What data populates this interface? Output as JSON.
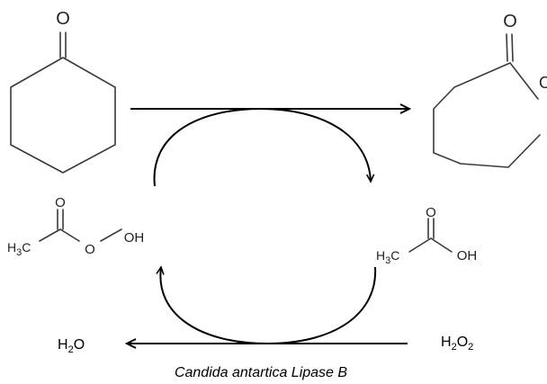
{
  "reactant": {
    "carbonyl_o": "O"
  },
  "product": {
    "carbonyl_o": "O",
    "ring_o": "O"
  },
  "peracid": {
    "o1": "O",
    "o2": "O",
    "oh": "OH",
    "methyl_h": "H",
    "methyl_n": "3",
    "methyl_c": "C"
  },
  "acid": {
    "o1": "O",
    "oh": "OH",
    "methyl_h": "H",
    "methyl_n": "3",
    "methyl_c": "C"
  },
  "water": {
    "h": "H",
    "n": "2",
    "o": "O"
  },
  "peroxide": {
    "h": "H",
    "n1": "2",
    "o": "O",
    "n2": "2"
  },
  "enzyme": {
    "name": "Candida antartica Lipase B"
  }
}
